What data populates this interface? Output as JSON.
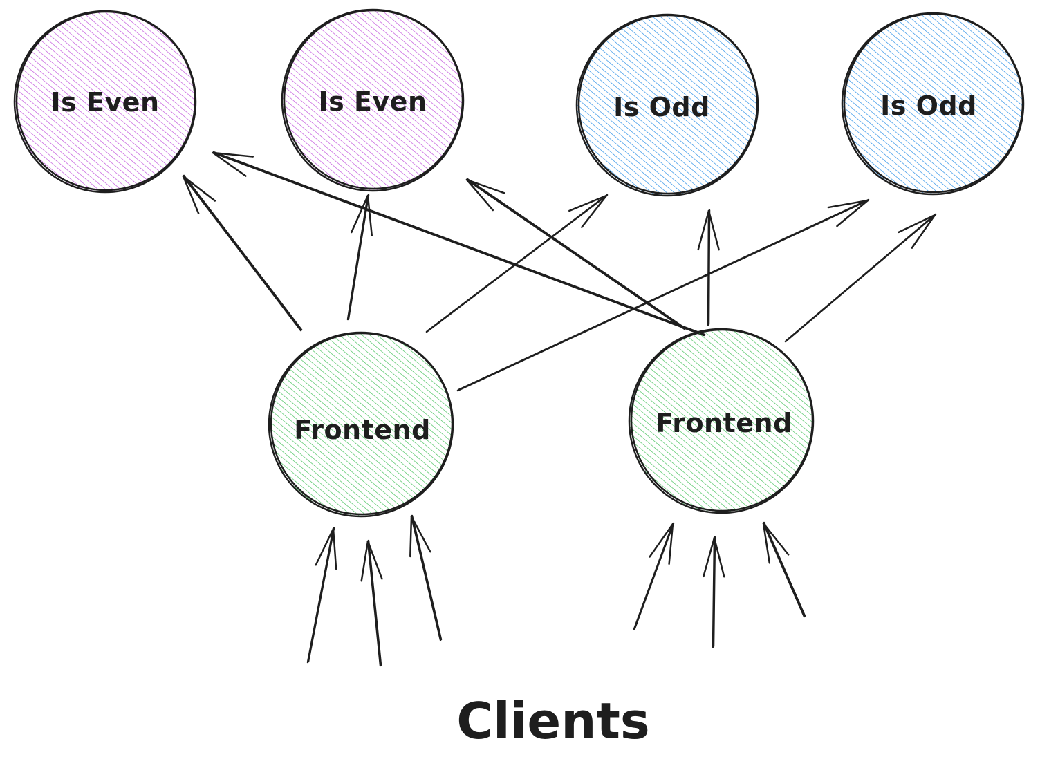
{
  "nodes": [
    {
      "id": "even1",
      "label": "Is Even",
      "role": "is-even",
      "color": "#be4bdb"
    },
    {
      "id": "even2",
      "label": "Is Even",
      "role": "is-even",
      "color": "#be4bdb"
    },
    {
      "id": "odd1",
      "label": "Is Odd",
      "role": "is-odd",
      "color": "#228be6"
    },
    {
      "id": "odd2",
      "label": "Is Odd",
      "role": "is-odd",
      "color": "#228be6"
    },
    {
      "id": "front1",
      "label": "Frontend",
      "role": "frontend",
      "color": "#40c057"
    },
    {
      "id": "front2",
      "label": "Frontend",
      "role": "frontend",
      "color": "#40c057"
    }
  ],
  "edges": [
    {
      "from": "front1",
      "to": "even1"
    },
    {
      "from": "front1",
      "to": "even2"
    },
    {
      "from": "front1",
      "to": "odd1"
    },
    {
      "from": "front1",
      "to": "odd2"
    },
    {
      "from": "front2",
      "to": "even1"
    },
    {
      "from": "front2",
      "to": "even2"
    },
    {
      "from": "front2",
      "to": "odd1"
    },
    {
      "from": "front2",
      "to": "odd2"
    }
  ],
  "clients": {
    "label": "Clients",
    "arrows_per_frontend": 3
  },
  "colors": {
    "stroke": "#1e1e1e",
    "is_even": "#be4bdb",
    "is_odd": "#228be6",
    "frontend": "#40c057"
  }
}
